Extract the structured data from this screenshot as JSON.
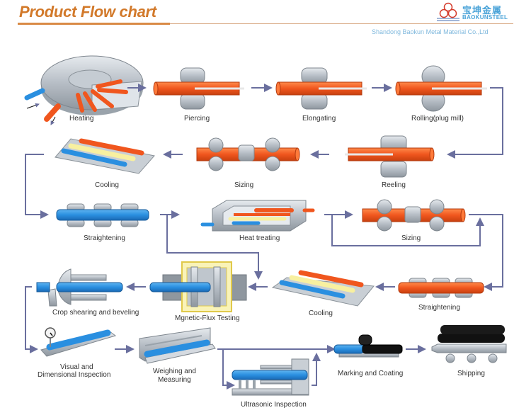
{
  "header": {
    "title": "Product Flow chart",
    "logo_chinese": "宝坤金属",
    "logo_english": "BAOKUNSTEEL",
    "company": "Shandong Baokun Metal Material Co.,Ltd"
  },
  "colors": {
    "title": "#d2792a",
    "hot_pipe": "#f0561e",
    "cold_pipe": "#2a8fe0",
    "warm_pipe": "#f8f0a0",
    "arrow": "#6a6f9e",
    "logo": "#4aa3d8"
  },
  "steps": [
    {
      "id": "heating",
      "label": "Heating",
      "icon": "rotary-furnace-icon"
    },
    {
      "id": "piercing",
      "label": "Piercing",
      "icon": "piercing-mill-icon"
    },
    {
      "id": "elongating",
      "label": "Elongating",
      "icon": "elongating-mill-icon"
    },
    {
      "id": "rolling",
      "label": "Rolling(plug mill)",
      "icon": "plug-mill-icon"
    },
    {
      "id": "reeling",
      "label": "Reeling",
      "icon": "reeling-mill-icon"
    },
    {
      "id": "sizing1",
      "label": "Sizing",
      "icon": "sizing-mill-icon"
    },
    {
      "id": "cooling1",
      "label": "Cooling",
      "icon": "cooling-bed-icon"
    },
    {
      "id": "straightening1",
      "label": "Straightening",
      "icon": "straightener-icon"
    },
    {
      "id": "heat_treating",
      "label": "Heat treating",
      "icon": "heat-treatment-furnace-icon"
    },
    {
      "id": "sizing2",
      "label": "Sizing",
      "icon": "sizing-mill-icon"
    },
    {
      "id": "straightening2",
      "label": "Straightening",
      "icon": "straightener-icon"
    },
    {
      "id": "cooling2",
      "label": "Cooling",
      "icon": "cooling-bed-icon"
    },
    {
      "id": "mft",
      "label": "Mgnetic-Flux Testing",
      "icon": "magnetic-flux-tester-icon"
    },
    {
      "id": "crop",
      "label": "Crop shearing and beveling",
      "icon": "crop-shear-icon"
    },
    {
      "id": "visual",
      "label_line1": "Visual and",
      "label_line2": "Dimensional Inspection",
      "icon": "gauge-inspection-icon"
    },
    {
      "id": "weighing",
      "label_line1": "Weighing and",
      "label_line2": "Measuring",
      "icon": "weighing-rack-icon"
    },
    {
      "id": "ultrasonic",
      "label": "Ultrasonic Inspection",
      "icon": "ultrasonic-tester-icon"
    },
    {
      "id": "marking",
      "label": "Marking and Coating",
      "icon": "marking-coating-icon"
    },
    {
      "id": "shipping",
      "label": "Shipping",
      "icon": "shipping-cart-icon"
    }
  ]
}
